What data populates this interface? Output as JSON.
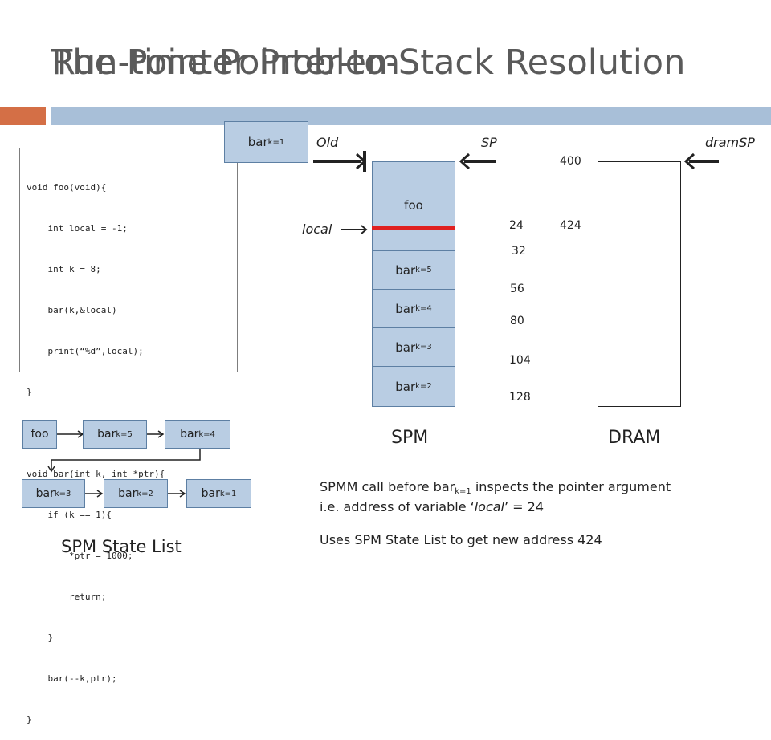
{
  "title_layer1": "The Pointer Problem",
  "title_layer2": "Run-time Pointer-to-Stack Resolution",
  "code_lines": [
    "void foo(void){",
    "    int local = -1;",
    "    int k = 8;",
    "    bar(k,&local)",
    "    print(“%d”,local);",
    "}",
    "",
    "void bar(int k, int *ptr){",
    "    if (k == 1){",
    "        *ptr = 1000;",
    "        return;",
    "    }",
    "    bar(--k,ptr);",
    "}"
  ],
  "callout": {
    "base": "bar",
    "sub": "k=1"
  },
  "labels": {
    "old": "Old",
    "sp": "SP",
    "dram_sp": "dramSP",
    "local": "local"
  },
  "spm_stack": [
    {
      "base": "foo",
      "sub": ""
    },
    {
      "base": "bar",
      "sub": "k=5"
    },
    {
      "base": "bar",
      "sub": "k=4"
    },
    {
      "base": "bar",
      "sub": "k=3"
    },
    {
      "base": "bar",
      "sub": "k=2"
    }
  ],
  "spm_addresses": [
    "24",
    "32",
    "56",
    "80",
    "104",
    "128"
  ],
  "dram_addresses": [
    "400",
    "424"
  ],
  "spm_label": "SPM",
  "dram_label": "DRAM",
  "state_list": [
    {
      "base": "foo",
      "sub": ""
    },
    {
      "base": "bar",
      "sub": "k=5"
    },
    {
      "base": "bar",
      "sub": "k=4"
    },
    {
      "base": "bar",
      "sub": "k=3"
    },
    {
      "base": "bar",
      "sub": "k=2"
    },
    {
      "base": "bar",
      "sub": "k=1"
    }
  ],
  "state_list_caption": "SPM State List",
  "explain": {
    "line1_a": "SPMM call before bar",
    "line1_sub": "k=1",
    "line1_b": " inspects the pointer argument",
    "line2_a": "i.e. address of variable ‘",
    "line2_ital": "local",
    "line2_b": "’ = 24",
    "line3": "Uses SPM State List to get new address 424"
  },
  "colors": {
    "accent_orange": "#d46f46",
    "accent_blue": "#a8bfd8",
    "stack_fill": "#b9cde3",
    "marker_red": "#e02020"
  }
}
